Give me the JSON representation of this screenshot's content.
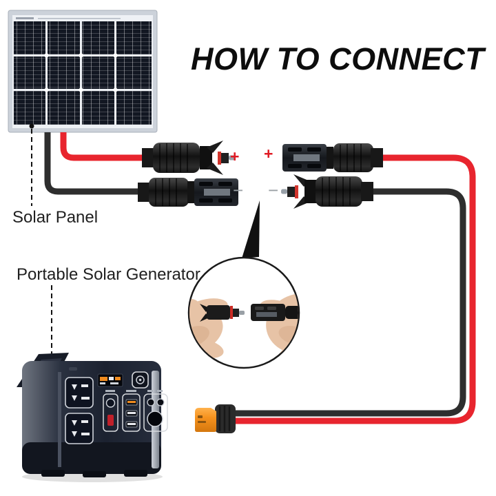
{
  "title": "HOW TO CONNECT",
  "labels": {
    "solar_panel": "Solar Panel",
    "portable_generator": "Portable Solar Generator"
  },
  "polarity": {
    "left_positive": "+",
    "right_positive": "+",
    "left_negative": "−",
    "right_negative": "−"
  },
  "colors": {
    "title_color": "#0d0d0d",
    "label_color": "#1f1f1f",
    "plus_red": "#e01b24",
    "minus_gray": "#9aa0a4",
    "cable_red": "#e8252e",
    "cable_black": "#2e2e2e",
    "xt60_orange": "#f6921e",
    "panel_cell": "#121722",
    "panel_frame": "#ccd2da",
    "generator_body": "#1d2330",
    "skin_tone": "#e7c3a6"
  },
  "icons": {
    "power_button": "circle-with-dot",
    "polarity_plus": "+",
    "polarity_minus": "−"
  }
}
